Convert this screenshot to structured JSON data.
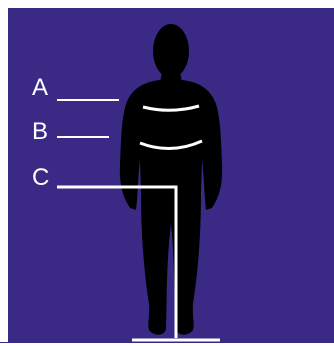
{
  "diagram": {
    "labels": {
      "a": "A",
      "b": "B",
      "c": "C"
    }
  },
  "colors": {
    "background": "#3a2a86",
    "silhouette": "#000000",
    "lines": "#ffffff"
  }
}
